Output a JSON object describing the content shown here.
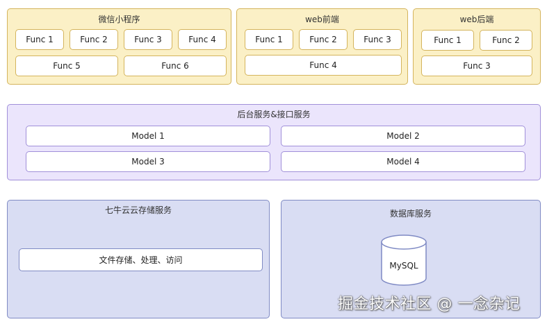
{
  "groups": {
    "miniprogram": {
      "title": "微信小程序",
      "items": [
        "Func 1",
        "Func 2",
        "Func 3",
        "Func 4",
        "Func 5",
        "Func 6"
      ]
    },
    "web_frontend": {
      "title": "web前端",
      "items": [
        "Func 1",
        "Func 2",
        "Func 3",
        "Func 4"
      ]
    },
    "web_backend": {
      "title": "web后端",
      "items": [
        "Func 1",
        "Func 2",
        "Func 3"
      ]
    },
    "backend_service": {
      "title": "后台服务&接口服务",
      "items": [
        "Model 1",
        "Model 2",
        "Model 3",
        "Model 4"
      ]
    },
    "qiniu": {
      "title": "七牛云云存储服务",
      "items": [
        "文件存储、处理、访问"
      ]
    },
    "database": {
      "title": "数据库服务",
      "db_label": "MySQL"
    }
  },
  "colors": {
    "yellow_fill": "#fbf0c6",
    "yellow_border": "#d4b45c",
    "purple_fill": "#ebe5fc",
    "purple_border": "#a08fd9",
    "blue_fill": "#d9ddf3",
    "blue_border": "#7f8ac4"
  },
  "watermark": "掘金技术社区 @ 一念杂记"
}
